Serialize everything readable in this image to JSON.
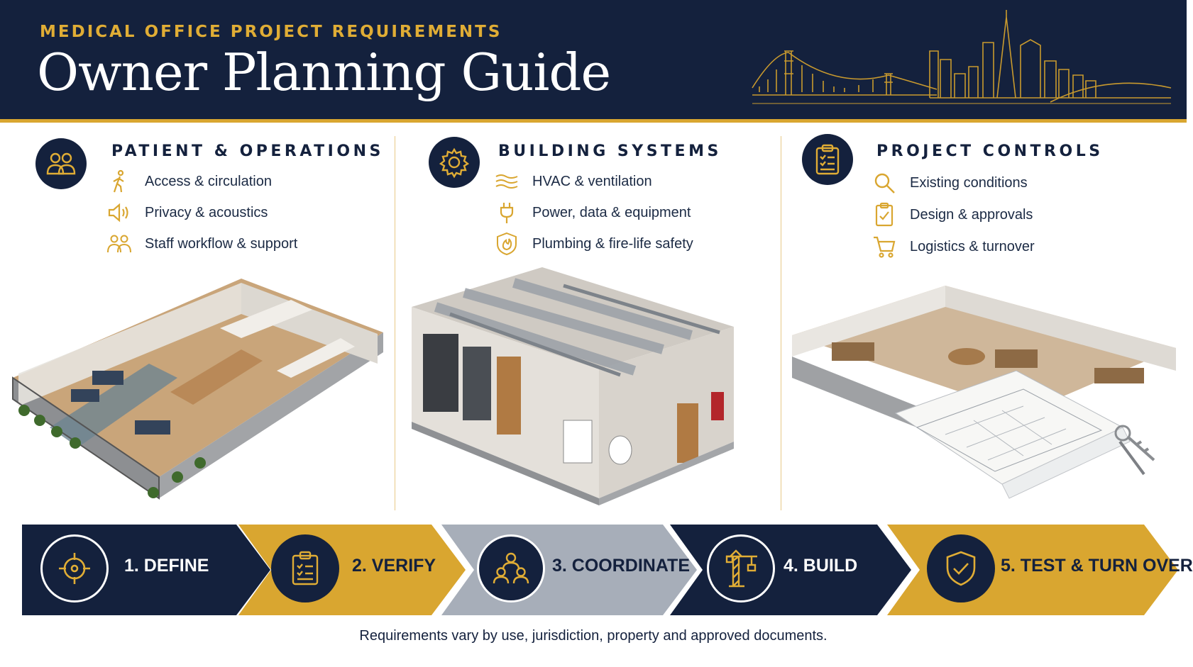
{
  "header": {
    "eyebrow": "MEDICAL OFFICE PROJECT REQUIREMENTS",
    "title": "Owner Planning Guide"
  },
  "columns": [
    {
      "title": "PATIENT & OPERATIONS",
      "badge_icon": "people-icon",
      "items": [
        {
          "icon": "walking-person-icon",
          "label": "Access & circulation"
        },
        {
          "icon": "speaker-icon",
          "label": "Privacy & acoustics"
        },
        {
          "icon": "team-icon",
          "label": "Staff workflow & support"
        }
      ]
    },
    {
      "title": "BUILDING SYSTEMS",
      "badge_icon": "gear-icon",
      "items": [
        {
          "icon": "airflow-icon",
          "label": "HVAC & ventilation"
        },
        {
          "icon": "plug-icon",
          "label": "Power, data & equipment"
        },
        {
          "icon": "fire-shield-icon",
          "label": "Plumbing & fire-life safety"
        }
      ]
    },
    {
      "title": "PROJECT CONTROLS",
      "badge_icon": "checklist-icon",
      "items": [
        {
          "icon": "magnifier-icon",
          "label": "Existing conditions"
        },
        {
          "icon": "clipboard-check-icon",
          "label": "Design & approvals"
        },
        {
          "icon": "cart-icon",
          "label": "Logistics & turnover"
        }
      ]
    }
  ],
  "steps": [
    {
      "label": "1. DEFINE",
      "icon": "target-icon"
    },
    {
      "label": "2. VERIFY",
      "icon": "clipboard-icon"
    },
    {
      "label": "3. COORDINATE",
      "icon": "group-icon"
    },
    {
      "label": "4. BUILD",
      "icon": "crane-icon"
    },
    {
      "label": "5. TEST & TURN OVER",
      "icon": "shield-check-icon"
    }
  ],
  "footnote": "Requirements vary by use, jurisdiction, property and approved documents.",
  "colors": {
    "navy": "#14213d",
    "gold": "#d9a630",
    "gray": "#a7aeb9",
    "white": "#ffffff"
  }
}
